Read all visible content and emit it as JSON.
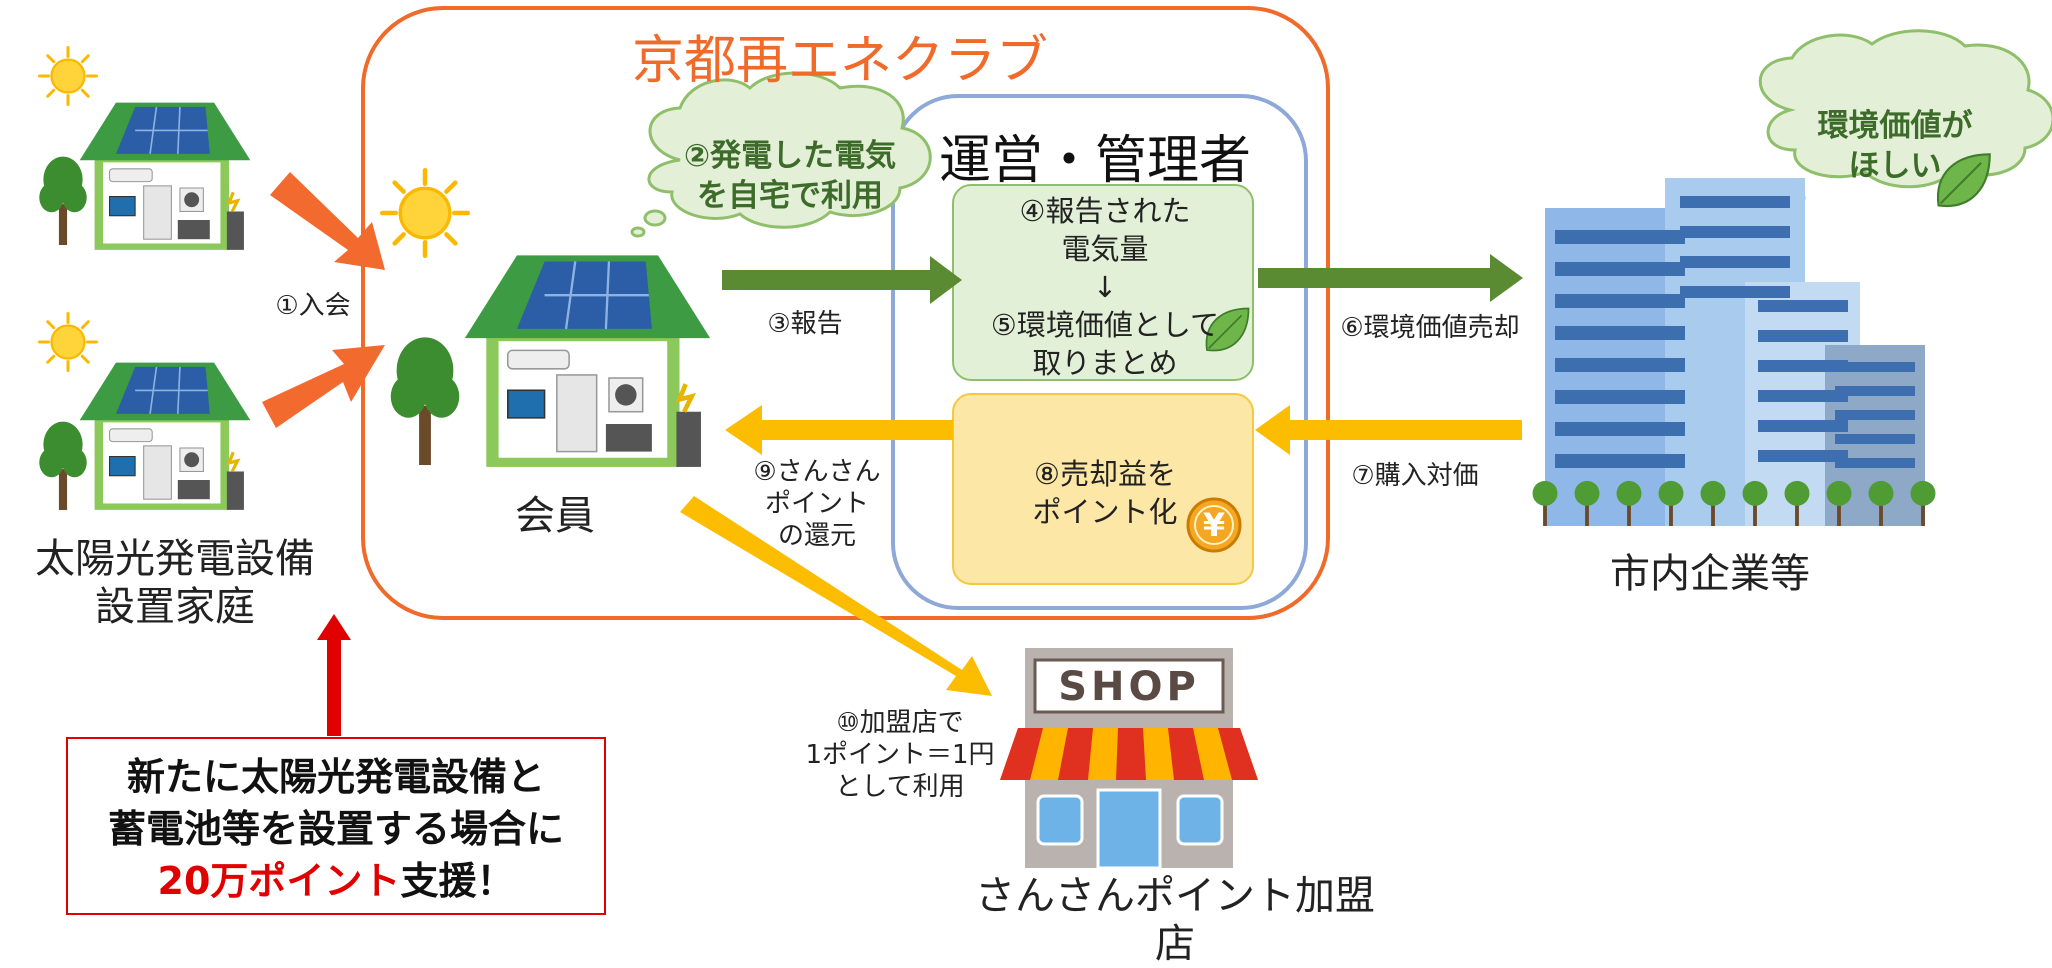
{
  "diagram": {
    "club_title": "京都再エネクラブ",
    "admin_title": "運営・管理者",
    "report_box": "④報告された\n電気量\n↓\n⑤環境価値として\n取りまとめ",
    "point_box": "⑧売却益を\nポイント化",
    "member_cloud": "②発電した電気\nを自宅で利用",
    "company_cloud": "環境価値が\nほしい",
    "steps": {
      "join": "①入会",
      "report": "③報告",
      "sell": "⑥環境価値売却",
      "payment": "⑦購入対価",
      "return": "⑨さんさん\nポイント\nの還元",
      "use": "⑩加盟店で\n1ポイント＝1円\nとして利用"
    },
    "labels": {
      "households": "太陽光発電設備\n設置家庭",
      "member": "会員",
      "companies": "市内企業等",
      "shop": "さんさんポイント加盟店",
      "shop_sign": "SHOP",
      "yen_symbol": "¥"
    },
    "support": {
      "line1": "新たに太陽光発電設備と",
      "line2": "蓄電池等を設置する場合に",
      "highlight": "20万ポイント",
      "suffix": "支援！"
    }
  },
  "colors": {
    "club_border": "#f06a2a",
    "admin_border": "#8ea9d8",
    "green_arrow": "#5a8a32",
    "yellow_arrow": "#fcbc00",
    "orange_arrow": "#f26a2e",
    "support_red": "#e00000"
  }
}
